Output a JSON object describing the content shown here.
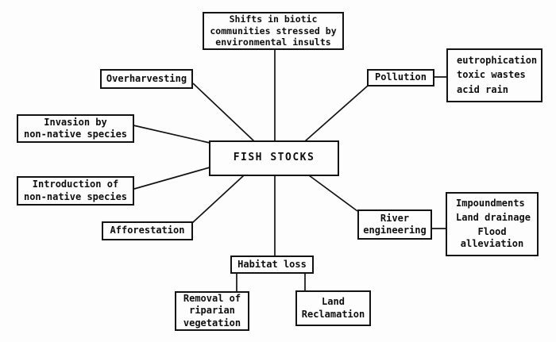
{
  "colors": {
    "ink": "#0e0e0e",
    "paper": "#fdfdfd",
    "border": "#131313"
  },
  "diagram": {
    "center": {
      "label": "FISH STOCKS"
    },
    "boxes": {
      "shifts": {
        "label": "Shifts in biotic\ncommunities stressed by\nenvironmental insults"
      },
      "overharvesting": {
        "label": "Overharvesting"
      },
      "pollution": {
        "label": "Pollution"
      },
      "pollution_effects": {
        "items": [
          "eutrophication",
          "toxic wastes",
          "acid rain"
        ]
      },
      "invasion": {
        "label": "Invasion by\nnon-native species"
      },
      "introduction": {
        "label": "Introduction of\nnon-native species"
      },
      "afforestation": {
        "label": "Afforestation"
      },
      "river_engineering": {
        "label": "River\nengineering"
      },
      "river_effects": {
        "items": [
          "Impoundments",
          "Land drainage",
          "Flood\nalleviation"
        ]
      },
      "habitat_loss": {
        "label": "Habitat loss"
      },
      "removal_riparian": {
        "label": "Removal of\nriparian\nvegetation"
      },
      "land_reclamation": {
        "label": "Land\nReclamation"
      }
    },
    "edges": [
      {
        "from": "shifts",
        "to": "fish_stocks"
      },
      {
        "from": "overharvesting",
        "to": "fish_stocks"
      },
      {
        "from": "pollution",
        "to": "fish_stocks"
      },
      {
        "from": "pollution",
        "to": "pollution_effects"
      },
      {
        "from": "invasion",
        "to": "fish_stocks"
      },
      {
        "from": "introduction",
        "to": "fish_stocks"
      },
      {
        "from": "afforestation",
        "to": "fish_stocks"
      },
      {
        "from": "river_engineering",
        "to": "fish_stocks"
      },
      {
        "from": "river_engineering",
        "to": "river_effects"
      },
      {
        "from": "habitat_loss",
        "to": "fish_stocks"
      },
      {
        "from": "habitat_loss",
        "to": "removal_riparian"
      },
      {
        "from": "habitat_loss",
        "to": "land_reclamation"
      }
    ]
  }
}
